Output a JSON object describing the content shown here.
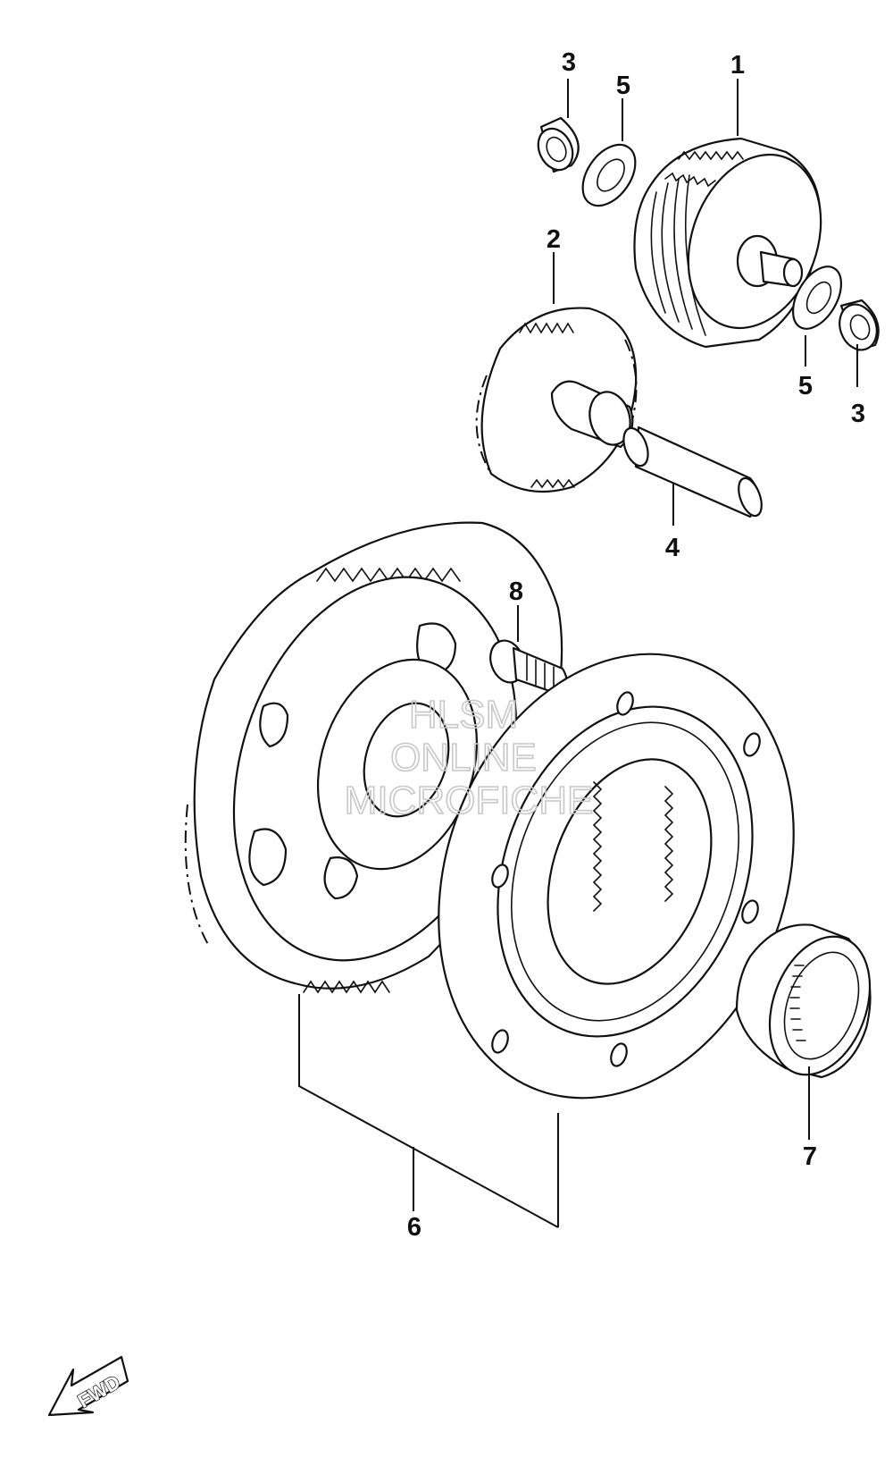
{
  "callouts": {
    "c1": "1",
    "c2": "2",
    "c3a": "3",
    "c3b": "3",
    "c4": "4",
    "c5a": "5",
    "c5b": "5",
    "c6": "6",
    "c7": "7",
    "c8": "8"
  },
  "watermark": {
    "line1": "HLSM",
    "line2": "ONLINE",
    "line3": "MICROFICHE"
  },
  "direction_arrow": {
    "label": "FWD"
  }
}
